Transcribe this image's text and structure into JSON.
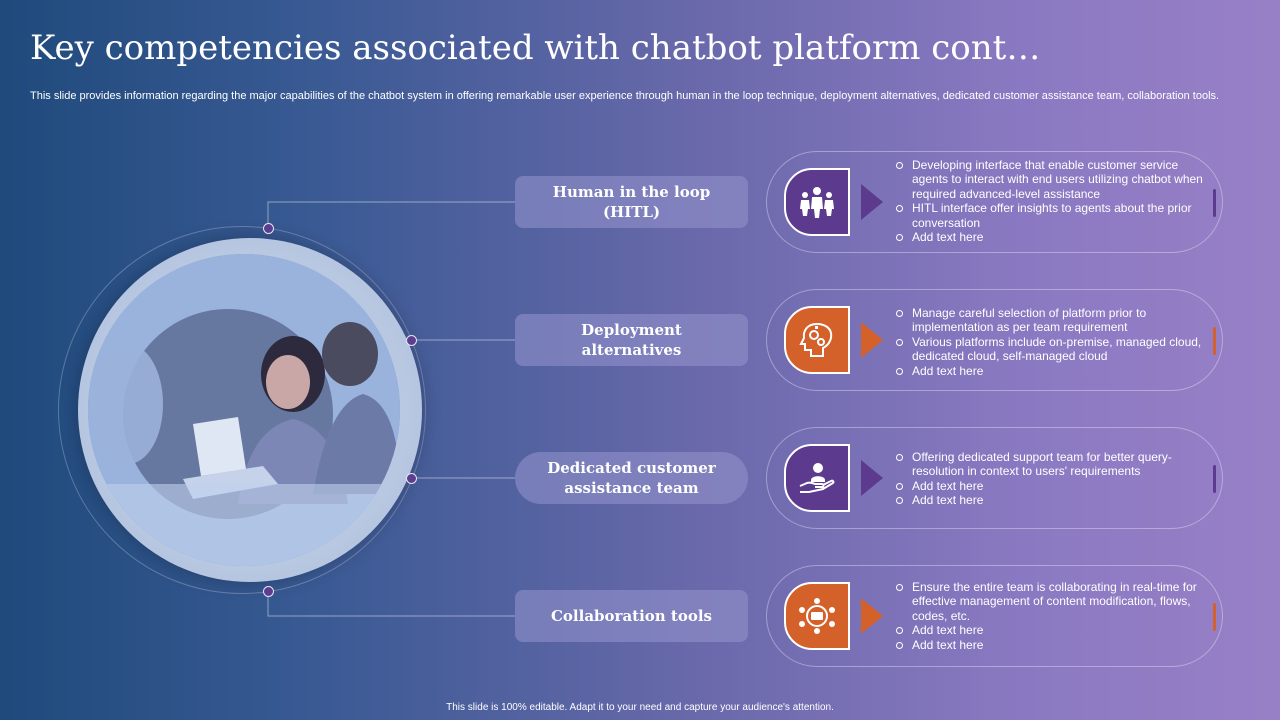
{
  "title": "Key competencies associated with chatbot platform cont…",
  "subtitle": "This slide provides information regarding the major capabilities of the chatbot system in offering remarkable user experience through human in the loop technique, deployment alternatives, dedicated customer assistance team, collaboration tools.",
  "footer": "This slide is 100% editable. Adapt it to your need and capture your audience's attention.",
  "colors": {
    "purple": "#5c3a8e",
    "orange": "#d4602a"
  },
  "items": [
    {
      "label": "Human in the loop (HITL)",
      "icon": "team-people-icon",
      "accent": "purple",
      "bullets": [
        "Developing interface that enable customer service agents to interact with end users utilizing chatbot when required advanced-level assistance",
        "HITL interface offer insights to agents about the prior conversation",
        "Add text here"
      ]
    },
    {
      "label": "Deployment alternatives",
      "icon": "head-gears-icon",
      "accent": "orange",
      "bullets": [
        "Manage careful selection of platform prior to implementation as per team requirement",
        "Various platforms include on-premise, managed cloud, dedicated cloud, self-managed cloud",
        "Add text here"
      ]
    },
    {
      "label": "Dedicated customer assistance team",
      "icon": "hand-support-person-icon",
      "accent": "purple",
      "bullets": [
        "Offering dedicated support team for better query-resolution in context to users' requirements",
        "Add text here",
        "Add text here"
      ]
    },
    {
      "label": "Collaboration tools",
      "icon": "collaboration-network-icon",
      "accent": "orange",
      "bullets": [
        "Ensure the entire team is collaborating in real-time for effective management of content modification, flows, codes, etc.",
        "Add text here",
        "Add text here"
      ]
    }
  ]
}
